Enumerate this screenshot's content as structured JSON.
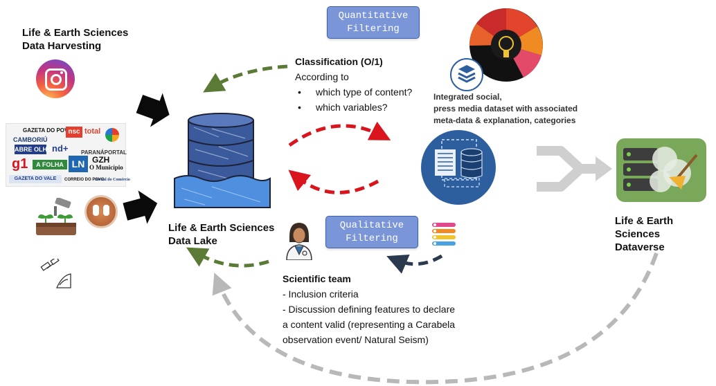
{
  "harvest": {
    "title_line1": "Life & Earth Sciences",
    "title_line2": "Data Harvesting"
  },
  "boxes": {
    "quantitative_line1": "Quantitative",
    "quantitative_line2": "Filtering",
    "qualitative_line1": "Qualitative",
    "qualitative_line2": "Filtering"
  },
  "classification": {
    "title": "Classification (O/1)",
    "subtitle": "According to",
    "items": [
      "which type of content?",
      "which variables?"
    ]
  },
  "integrated": {
    "line1": "Integrated social,",
    "line2": "press media dataset with associated",
    "line3": "meta-data & explanation, categories"
  },
  "lake": {
    "line1": "Life & Earth Sciences",
    "line2": "Data Lake"
  },
  "dataverse": {
    "line1": "Life & Earth Sciences",
    "line2": "Dataverse"
  },
  "team": {
    "title": "Scientific team",
    "line1": "- Inclusion criteria",
    "line2": "- Discussion defining features to declare",
    "line3": "a content valid (representing a Carabela",
    "line4": "observation event/ Natural Seism)"
  },
  "news_logos": [
    "GAZETA DO POVO",
    "nsc",
    "total",
    "CAMBORIÚ",
    "ABRE OLHO",
    "nd+",
    "PARANÁPORTAL",
    "g1",
    "A FOLHA",
    "LN",
    "GZH",
    "O Município",
    "GAZETA DO VALE",
    "CORREIO DO POVO",
    "Jornal do Comércio"
  ],
  "colors": {
    "green_arrow": "#5a7a35",
    "red_arrow": "#d9141c",
    "navy_arrow": "#2c3a50",
    "grey_arrow": "#b8b8b8",
    "box_fill": "#7b96d8",
    "db_blue": "#3b5a9c",
    "circle_blue": "#2d5f9e"
  }
}
